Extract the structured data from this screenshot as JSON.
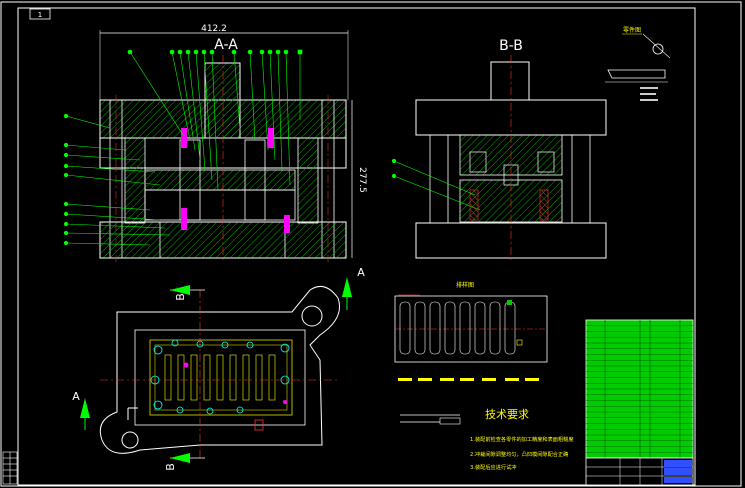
{
  "sheet": {
    "background": "#000000",
    "border_color": "#ffffff",
    "top_label": "1",
    "section_a_title": "A-A",
    "section_b_title": "B-B",
    "dim_width": "412.2",
    "dim_height": "277.5",
    "cut_label_a_top": "A",
    "cut_label_a_bottom": "A",
    "cut_label_b_top": "B",
    "cut_label_b_bottom": "B",
    "strip_label": "排样图",
    "tech_title": "技术要求",
    "tech_items": [
      "1.装配前检查各零件的加工精度和表面粗糙度",
      "2.冲裁间隙调整均匀，凸凹模间隙配合正确",
      "3.装配后应进行试冲"
    ],
    "detail_label": "零件图"
  },
  "colors": {
    "part_outline": "#ffffff",
    "hatch_green": "#00cc00",
    "leader_green": "#00ff00",
    "magenta": "#ff00ff",
    "yellow": "#ffff00",
    "red_center": "#ff3030",
    "cyan": "#00ffff",
    "table_fill": "#00dd00",
    "blue_cells": "#3050ff"
  },
  "title_block": {
    "rows": 24,
    "note": ""
  }
}
